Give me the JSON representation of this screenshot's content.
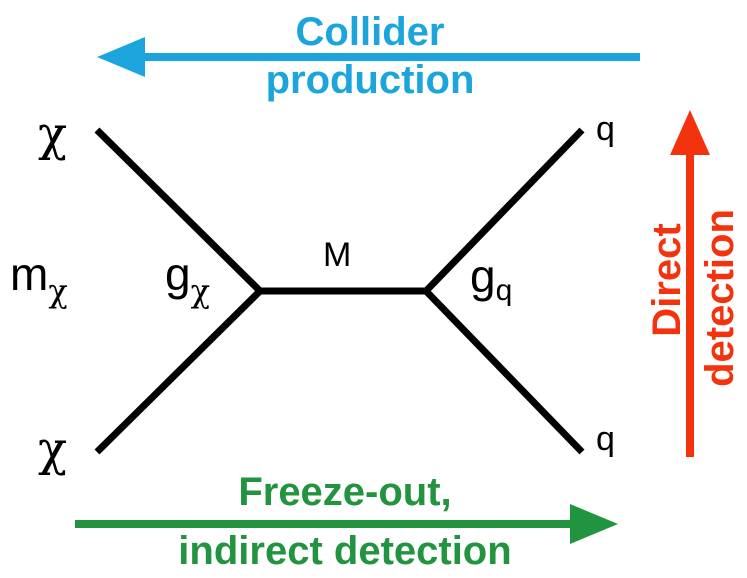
{
  "colors": {
    "collider": "#1ba5dc",
    "freeze": "#22933e",
    "direct": "#f2330d",
    "line": "#000000"
  },
  "arrows": {
    "collider": {
      "line1": "Collider",
      "line2": "production"
    },
    "freeze": {
      "line1": "Freeze-out,",
      "line2": "indirect detection"
    },
    "direct": {
      "line1": "Direct",
      "line2": "detection"
    }
  },
  "labels": {
    "chi_top": "χ",
    "chi_bottom": "χ",
    "m_chi_base": "m",
    "m_chi_sub": "χ",
    "g_chi_base": "g",
    "g_chi_sub": "χ",
    "mediator": "M",
    "g_q_base": "g",
    "g_q_sub": "q",
    "q_top": "q",
    "q_bottom": "q"
  }
}
